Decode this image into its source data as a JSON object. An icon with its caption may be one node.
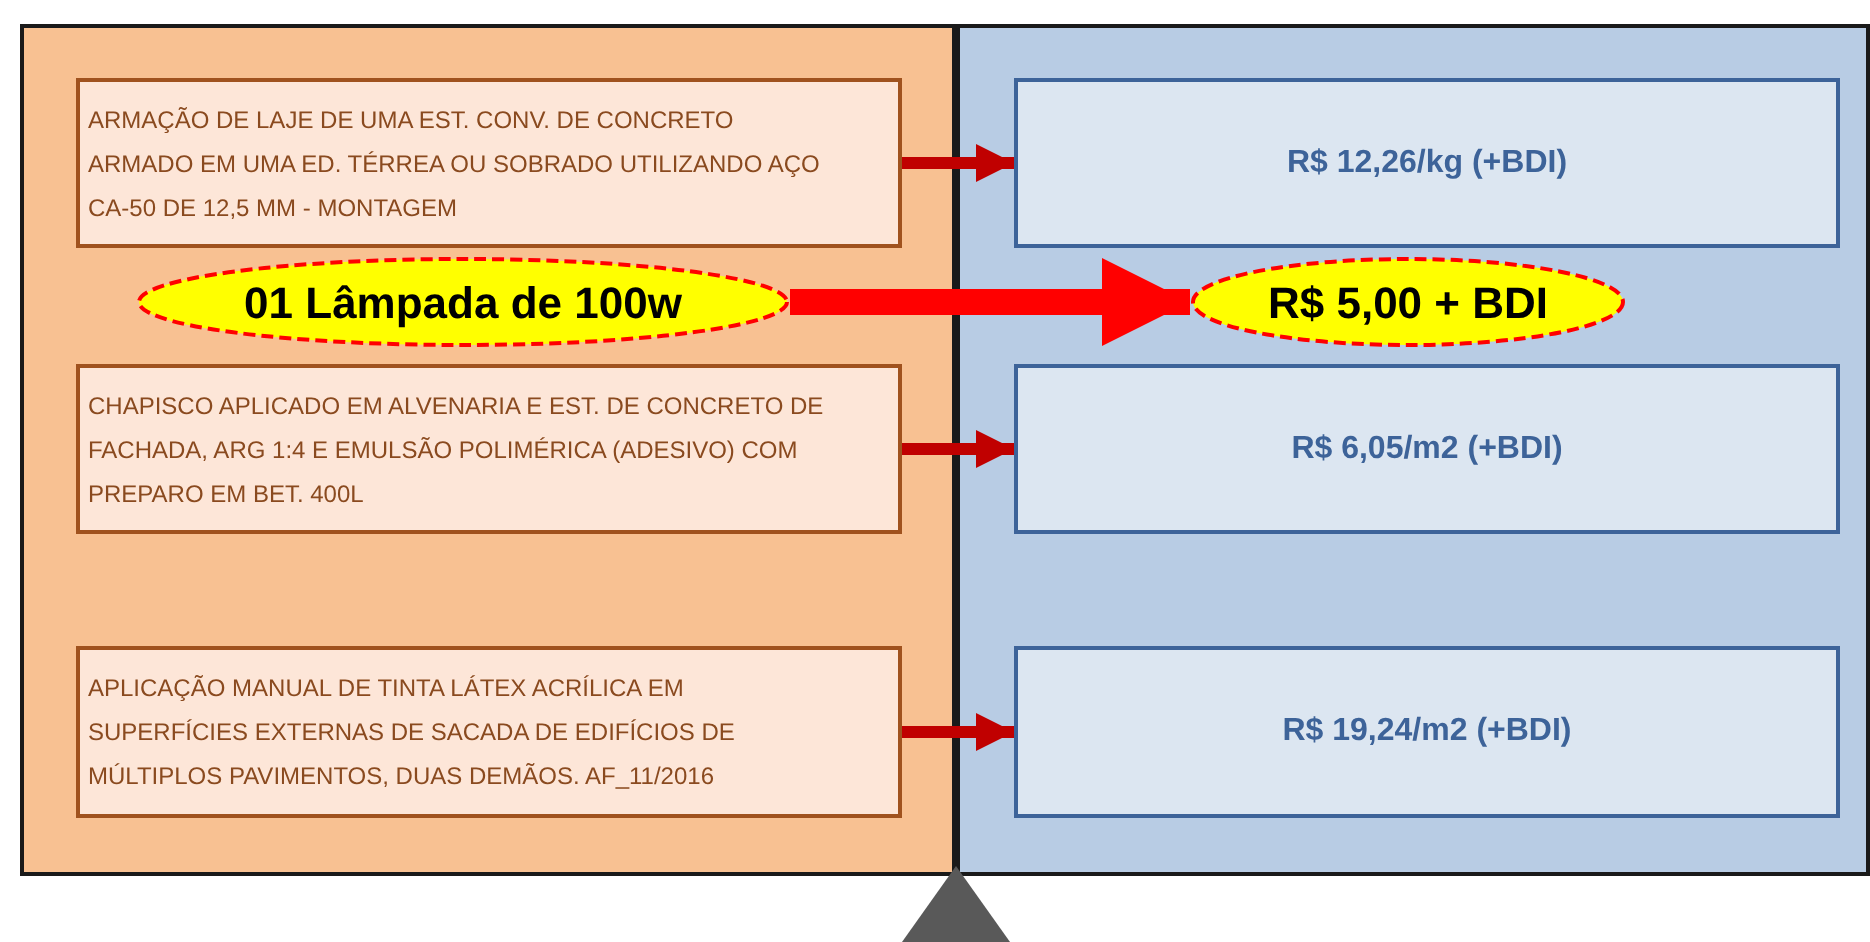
{
  "diagram": {
    "nodes": [
      {
        "text": [],
        "shape": "box"
      },
      {
        "text": [
          "ARMAÇÃO DE LAJE DE UMA EST. CONV. DE CONCRETO ARMADO EM UMA ED. TÉRREA OU SOBRADO UTILIZANDO AÇO CA-50 DE 12,5 MM - MONTAGEM"
        ],
        "in": 0
      },
      {
        "text": [
          "01 Lâmpada de 100w"
        ],
        "in": 0
      },
      {
        "text": [
          "CHAPISCO APLICADO EM ALVENARIA E EST. DE CONCRETO DE FACHADA, ARG 1:4 E EMULSÃO POLIMÉRICA (ADESIVO) COM PREPARO EM BET. 400L"
        ],
        "in": 0
      },
      {
        "text": [
          "APLICAÇÃO MANUAL DE TINTA LÁTEX ACRÍLICA EM SUPERFÍCIES EXTERNAS DE SACADA DE EDIFÍCIOS DE MÚLTIPLOS PAVIMENTOS, DUAS DEMÃOS. AF_11/2016"
        ],
        "in": 0
      },
      {
        "text": [],
        "shape": "box"
      },
      {
        "text": [
          "R$ 12,26/kg (+BDI)"
        ],
        "in": 5
      },
      {
        "text": [
          "R$ 5,00 + BDI"
        ],
        "in": 5
      },
      {
        "text": [
          "R$ 6,05/m2 (+BDI)"
        ],
        "in": 5
      },
      {
        "text": [
          "R$ 19,24/m2 (+BDI)"
        ],
        "in": 5
      }
    ],
    "edges": [
      {
        "from": 1,
        "to": 6,
        "arrow": "to"
      },
      {
        "from": 2,
        "to": 7,
        "arrow": "to",
        "style": "thick",
        "color": "#ff0000"
      },
      {
        "from": 3,
        "to": 8,
        "arrow": "to"
      },
      {
        "from": 4,
        "to": 9,
        "arrow": "to"
      }
    ]
  }
}
